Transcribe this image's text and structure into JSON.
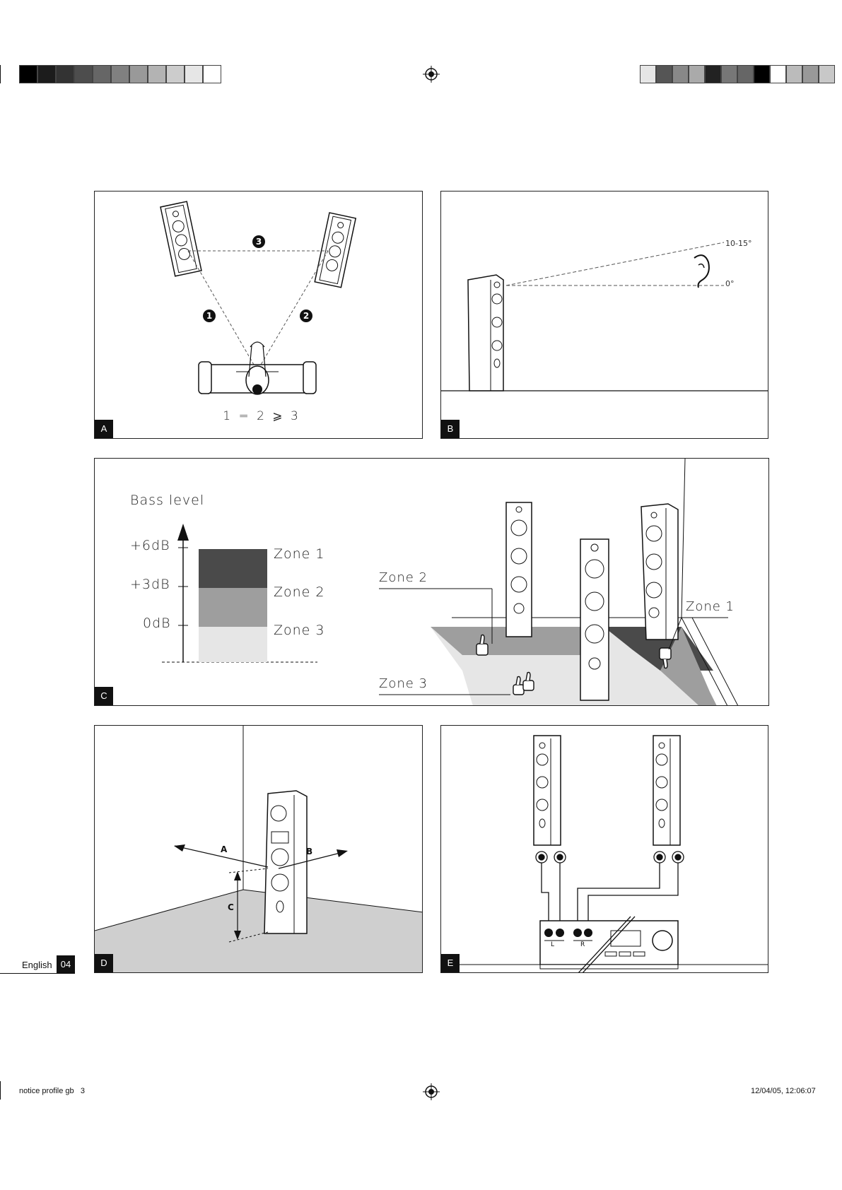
{
  "colors": {
    "zone1": "#4a4a4a",
    "zone2": "#9e9e9e",
    "zone3": "#e6e6e6",
    "floor": "#cfcfcf",
    "ink": "#111111"
  },
  "colorbar_left": [
    "#000000",
    "#1c1c1c",
    "#333333",
    "#4d4d4d",
    "#666666",
    "#808080",
    "#999999",
    "#b3b3b3",
    "#cccccc",
    "#e6e6e6",
    "#ffffff"
  ],
  "colorbar_right": [
    "#e6e6e6",
    "#555555",
    "#888888",
    "#aaaaaa",
    "#222222",
    "#777777",
    "#666666",
    "#000000",
    "#ffffff",
    "#bbbbbb",
    "#999999",
    "#c8c8c8"
  ],
  "panels": {
    "a": {
      "label": "A",
      "markers": [
        "3",
        "1",
        "2"
      ],
      "formula": "1 = 2 ⩾ 3"
    },
    "b": {
      "label": "B",
      "angle_top": "10-15°",
      "angle_bottom": "0°"
    },
    "c": {
      "label": "C",
      "title": "Bass level",
      "levels": [
        "+6dB",
        "+3dB",
        "0dB"
      ],
      "zones": [
        "Zone 1",
        "Zone 2",
        "Zone 3"
      ],
      "scene_zone1": "Zone 1",
      "scene_zone2": "Zone 2",
      "scene_zone3": "Zone 3"
    },
    "d": {
      "label": "D",
      "dim_a": "A",
      "dim_b": "B",
      "dim_c": "C"
    },
    "e": {
      "label": "E",
      "left_channel": "L",
      "right_channel": "R"
    }
  },
  "page": {
    "language": "English",
    "number": "04"
  },
  "footer": {
    "file": "notice profile gb   3",
    "timestamp": "12/04/05, 12:06:07"
  }
}
